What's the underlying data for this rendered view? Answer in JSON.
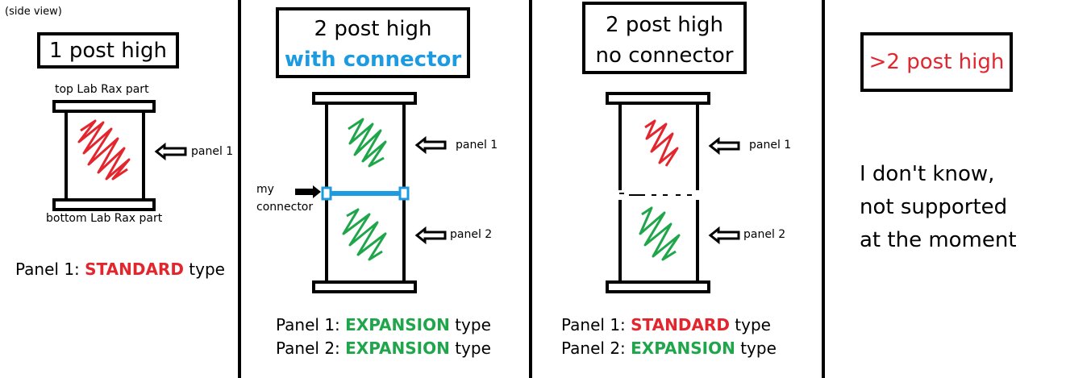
{
  "colors": {
    "standard": "#e3262e",
    "expansion": "#1fa64a",
    "connector": "#1c9be0",
    "unsupported": "#e3262e"
  },
  "side_view_label": "(side view)",
  "panels": {
    "one_post": {
      "title": "1 post high",
      "top_part_label": "top Lab Rax part",
      "bottom_part_label": "bottom Lab Rax part",
      "panel1_label": "panel 1",
      "caption": {
        "prefix": "Panel 1: ",
        "type": "STANDARD",
        "suffix": " type"
      }
    },
    "two_post_connector": {
      "title_line1": "2 post high",
      "title_line2": "with connector",
      "panel1_label": "panel 1",
      "panel2_label": "panel 2",
      "connector_label_line1": "my",
      "connector_label_line2": "connector",
      "caption1": {
        "prefix": "Panel 1: ",
        "type": "EXPANSION",
        "suffix": " type"
      },
      "caption2": {
        "prefix": "Panel 2: ",
        "type": "EXPANSION",
        "suffix": " type"
      }
    },
    "two_post_no_connector": {
      "title_line1": "2 post high",
      "title_line2": "no connector",
      "panel1_label": "panel 1",
      "panel2_label": "panel 2",
      "caption1": {
        "prefix": "Panel 1: ",
        "type": "STANDARD",
        "suffix": " type"
      },
      "caption2": {
        "prefix": "Panel 2: ",
        "type": "EXPANSION",
        "suffix": " type"
      }
    },
    "more_posts": {
      "title": ">2 post high",
      "note_line1": "I don't know,",
      "note_line2": "not supported",
      "note_line3": "at the moment"
    }
  }
}
